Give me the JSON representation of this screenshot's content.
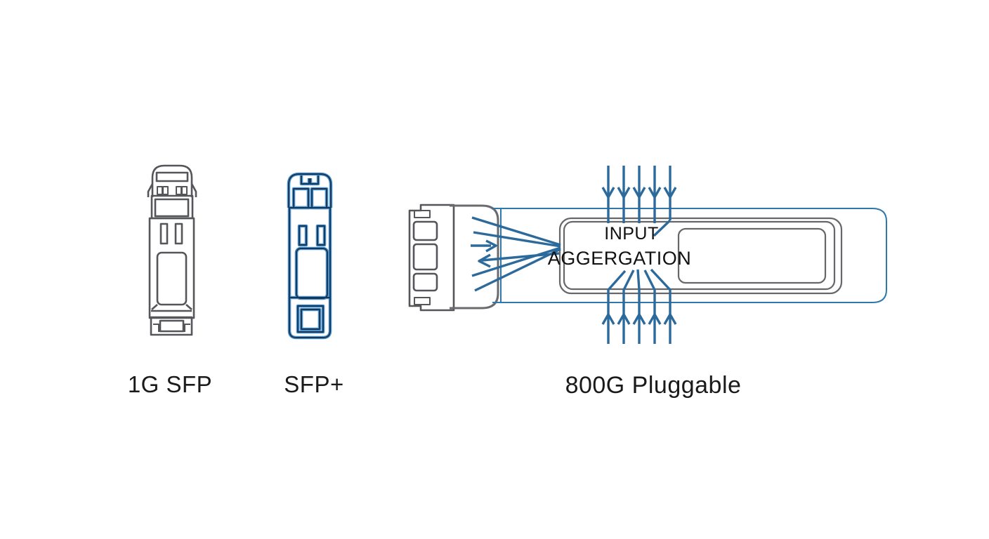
{
  "diagram": {
    "modules": [
      {
        "id": "sfp-1g",
        "label": "1G SFP"
      },
      {
        "id": "sfp-plus",
        "label": "SFP+"
      },
      {
        "id": "pluggable-800g",
        "label": "800G Pluggable"
      }
    ],
    "module_annotation": {
      "line1": "INPUT",
      "line2": "AGGERGATION"
    },
    "arrow_counts": {
      "top_inputs": 5,
      "bottom_inputs": 5,
      "left_fan_lines": 6
    },
    "colors": {
      "background": "#ffffff",
      "outline_gray": "#55565a",
      "box_gray": "#66676a",
      "arrow_blue": "#2d6a9c",
      "body_blue": "#2e78ad",
      "sfp_plus_light_blue": "#4e94cb",
      "sfp_plus_dark_navy": "#16375a",
      "text": "#1a1a1a"
    }
  }
}
